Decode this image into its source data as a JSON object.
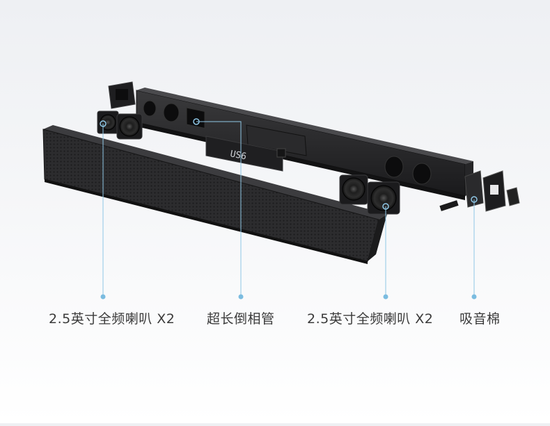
{
  "display_text": "US6",
  "callouts": [
    {
      "label": "2.5英寸全频喇叭 X2"
    },
    {
      "label": "超长倒相管"
    },
    {
      "label": "2.5英寸全频喇叭 X2"
    },
    {
      "label": "吸音棉"
    }
  ],
  "colors": {
    "callout_line": "#8fc7e6",
    "callout_dot": "#7bbce0",
    "label_text": "#3a3a3a",
    "body": "#1c1c1e",
    "grille": "#2b2b2d"
  }
}
